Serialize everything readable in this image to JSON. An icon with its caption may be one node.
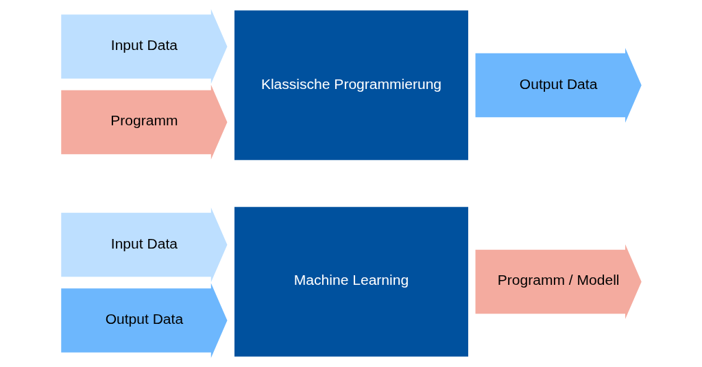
{
  "diagram": {
    "nodes": [
      {
        "text": [
          "Input Data"
        ]
      },
      {
        "text": [
          "Programm"
        ]
      },
      {
        "text": [
          "Klassische Programmierung"
        ]
      },
      {
        "text": [
          "Output Data"
        ]
      },
      {
        "text": [
          "Input Data"
        ]
      },
      {
        "text": [
          "Output Data"
        ]
      },
      {
        "text": [
          "Machine Learning"
        ]
      },
      {
        "text": [
          "Programm / Modell"
        ]
      }
    ]
  }
}
